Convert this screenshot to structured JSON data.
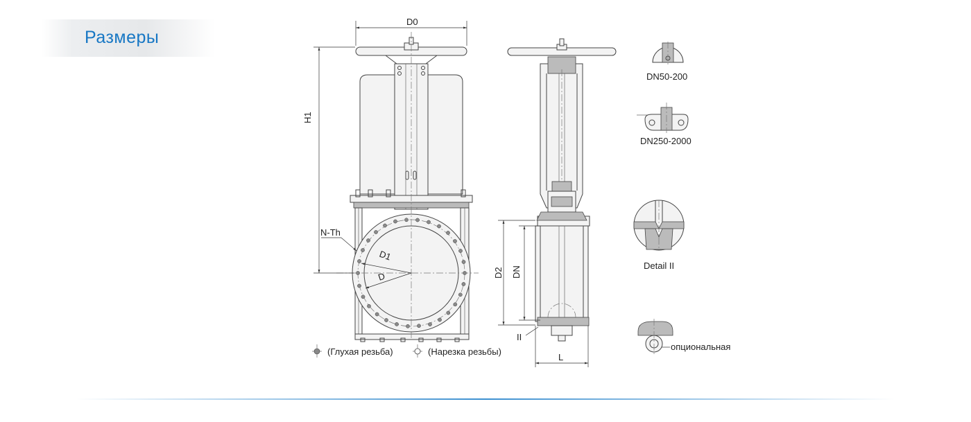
{
  "header": {
    "title": "Размеры"
  },
  "front_view": {
    "labels": {
      "d0": "D0",
      "h1": "H1",
      "nth": "N-Th",
      "d1": "D1",
      "d": "D"
    }
  },
  "side_view": {
    "labels": {
      "d2": "D2",
      "dn": "DN",
      "l": "L",
      "detail_mark": "II"
    }
  },
  "details": {
    "dn_small": "DN50-200",
    "dn_large": "DN250-2000",
    "detail_ii": "Detail II",
    "optional": "опциональная"
  },
  "legend": {
    "blind_thread": "(Глухая резьба)",
    "thread_cutting": "(Нарезка резьбы)"
  }
}
